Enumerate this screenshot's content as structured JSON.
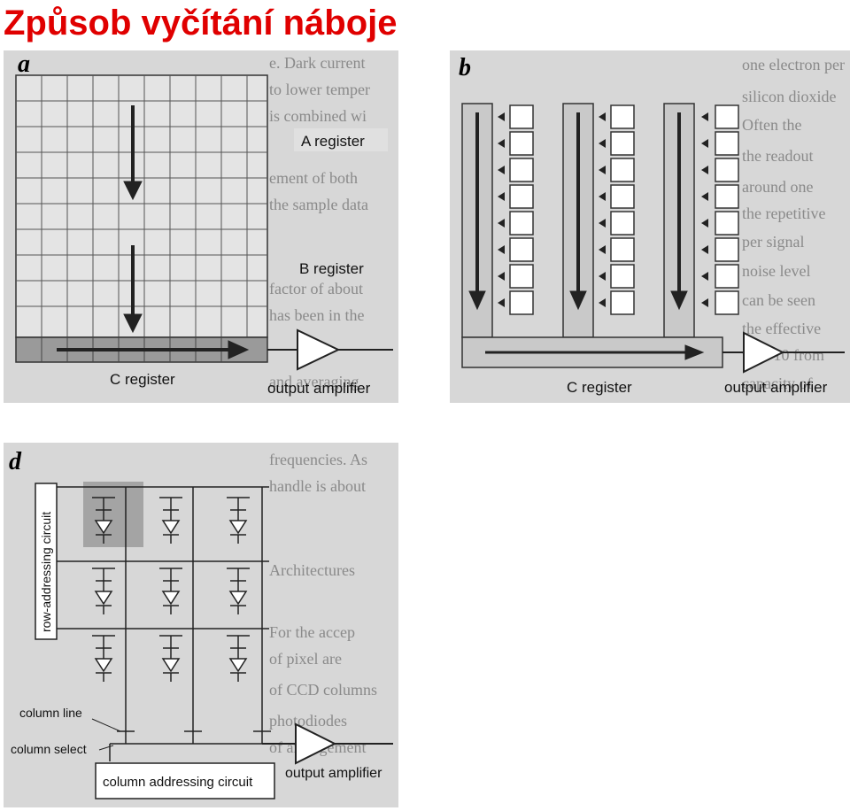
{
  "title": "Způsob vyčítání náboje",
  "panel_a": {
    "letter": "a",
    "a_register": "A register",
    "b_register": "B register",
    "c_register": "C register",
    "output_amplifier": "output amplifier"
  },
  "panel_b": {
    "letter": "b",
    "c_register": "C register",
    "output_amplifier": "output amplifier"
  },
  "panel_d": {
    "letter": "d",
    "row_addressing": "row-addressing circuit",
    "column_line": "column line",
    "column_select": "column select",
    "column_addressing": "column addressing circuit",
    "output_amplifier": "output amplifier"
  }
}
